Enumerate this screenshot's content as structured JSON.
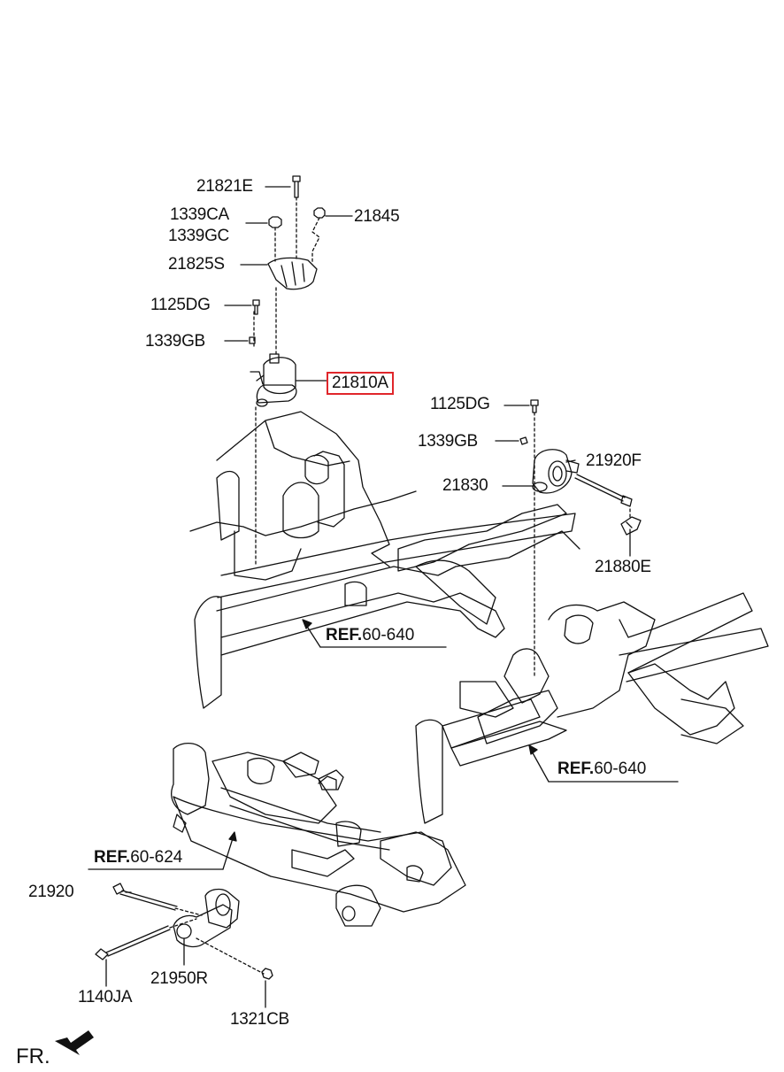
{
  "parts": {
    "p21821E": "21821E",
    "p1339CA": "1339CA",
    "p1339GC": "1339GC",
    "p21845": "21845",
    "p21825S": "21825S",
    "p1125DG_a": "1125DG",
    "p1339GB_a": "1339GB",
    "p21810A": "21810A",
    "p1125DG_b": "1125DG",
    "p1339GB_b": "1339GB",
    "p21920F": "21920F",
    "p21830": "21830",
    "p21880E": "21880E",
    "p21920": "21920",
    "p1140JA": "1140JA",
    "p21950R": "21950R",
    "p1321CB": "1321CB"
  },
  "refs": {
    "r1": {
      "prefix": "REF.",
      "code": "60-640"
    },
    "r2": {
      "prefix": "REF.",
      "code": "60-640"
    },
    "r3": {
      "prefix": "REF.",
      "code": "60-624"
    }
  },
  "direction": "FR.",
  "highlight_color": "#e0262b"
}
